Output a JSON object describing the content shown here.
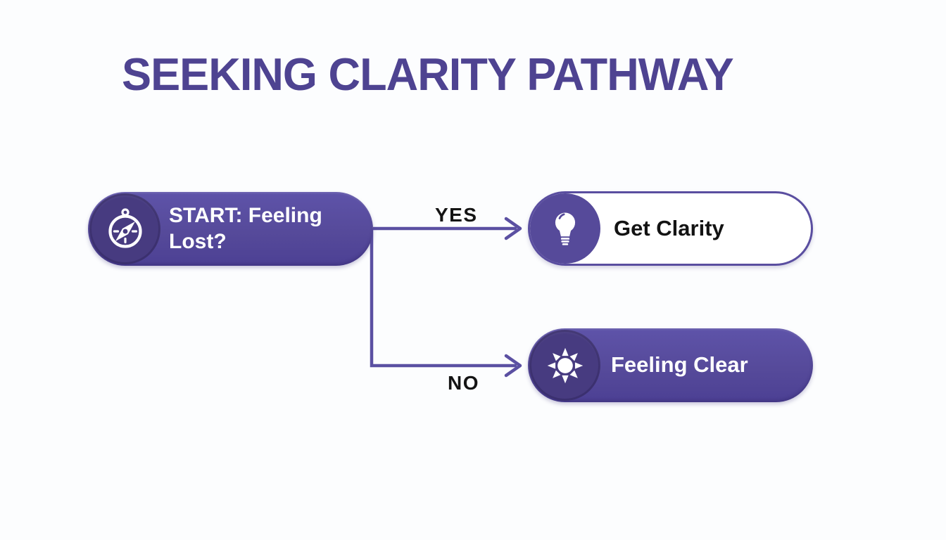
{
  "title": "SEEKING CLARITY PATHWAY",
  "nodes": {
    "start": {
      "label": "START: Feeling Lost?",
      "icon": "compass-icon"
    },
    "yes_target": {
      "label": "Get Clarity",
      "icon": "lightbulb-icon"
    },
    "no_target": {
      "label": "Feeling Clear",
      "icon": "sun-icon"
    }
  },
  "edges": {
    "yes_label": "YES",
    "no_label": "NO"
  },
  "colors": {
    "background": "#fcfdfe",
    "title_text": "#4e4391",
    "purple_primary": "#564a9a",
    "purple_dark": "#473b80",
    "purple_outline": "#5a4ea0",
    "connector": "#5b50a2",
    "label_text": "#141414",
    "node_text_light": "#ffffff",
    "node_text_dark": "#131313"
  }
}
